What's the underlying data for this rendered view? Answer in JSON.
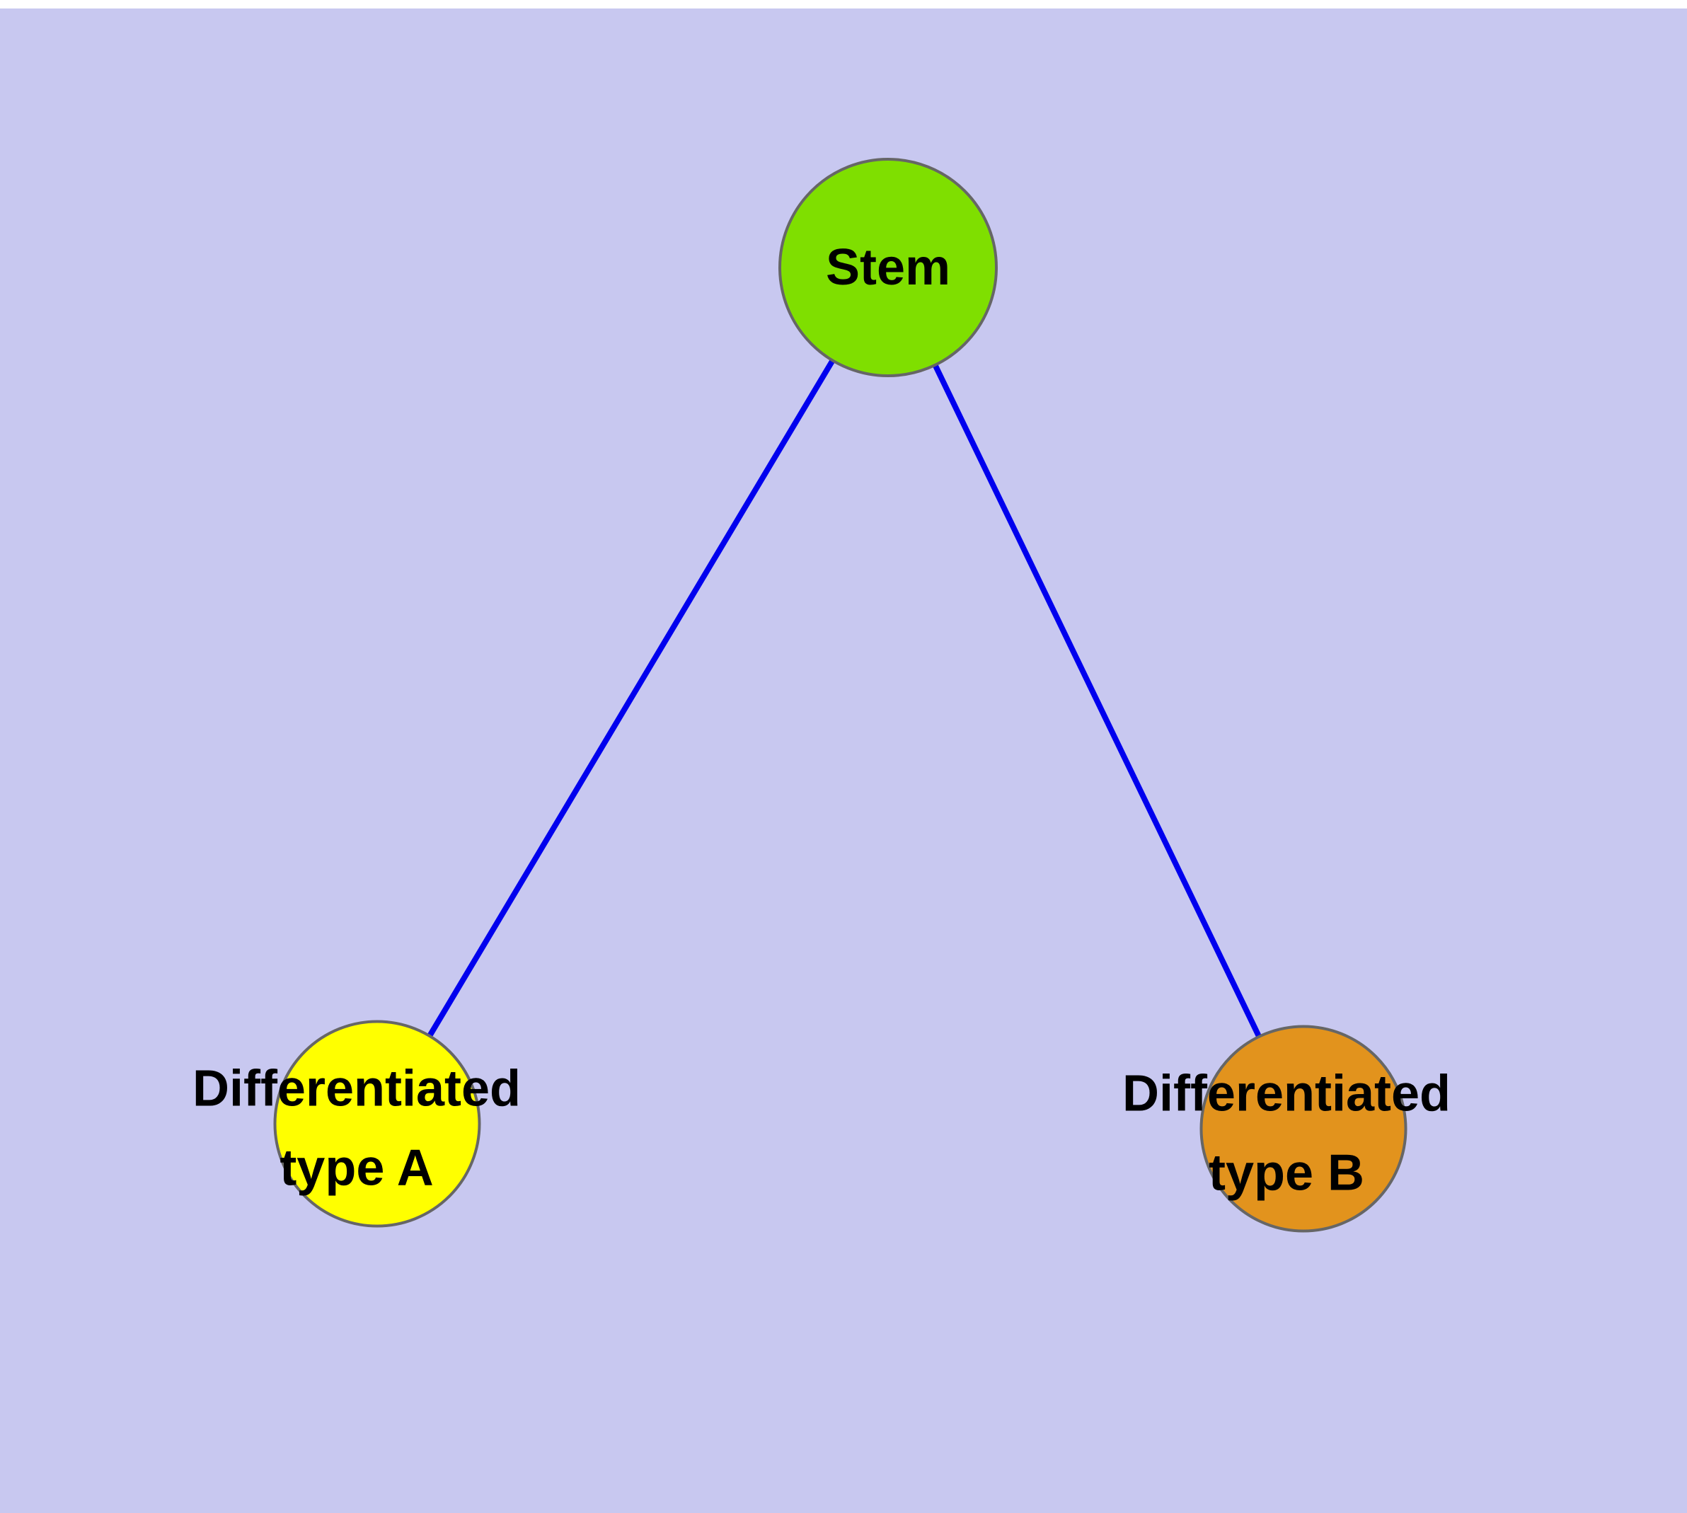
{
  "diagram": {
    "background_color": "#c8c8f0",
    "edge_color": "#0000ee",
    "node_border_color": "#666666",
    "text_color": "#000000",
    "nodes": {
      "stem": {
        "label": "Stem",
        "fill": "#7fdf00"
      },
      "type_a": {
        "label_line1": "Differentiated",
        "label_line2": "type A",
        "fill": "#ffff00"
      },
      "type_b": {
        "label_line1": "Differentiated",
        "label_line2": "type B",
        "fill": "#e2931d"
      }
    },
    "edges": [
      {
        "from": "Stem",
        "to": "Differentiated type A"
      },
      {
        "from": "Stem",
        "to": "Differentiated type B"
      }
    ]
  }
}
